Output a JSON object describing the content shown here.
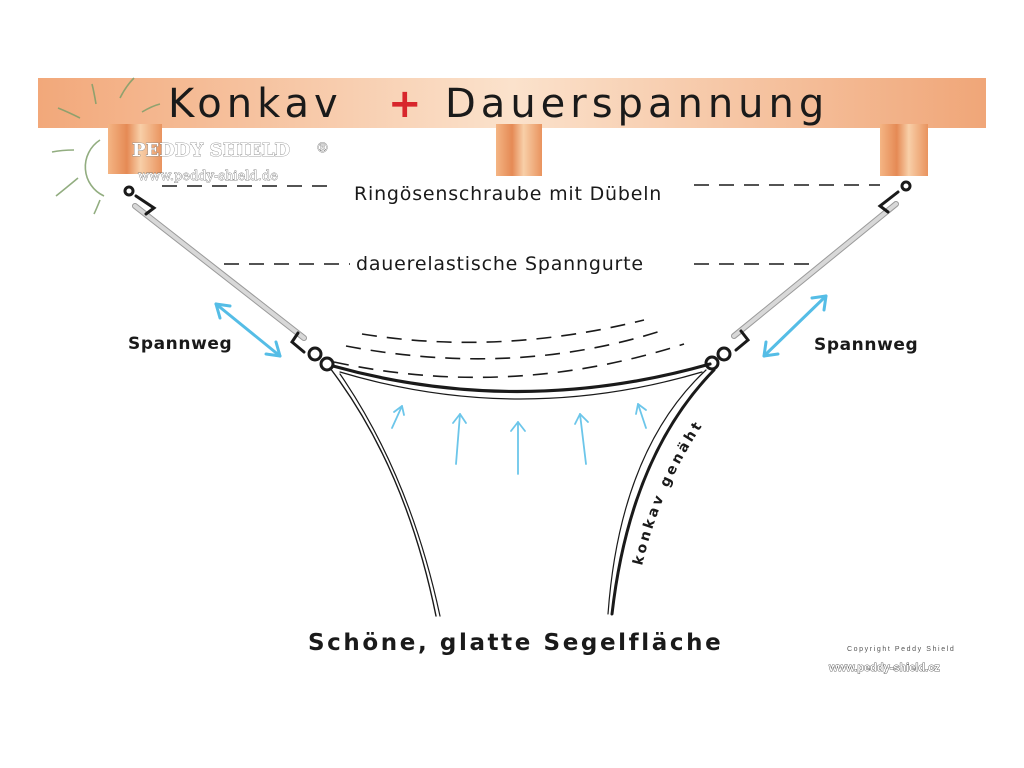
{
  "banner": {
    "word_left": "Konkav",
    "plus": "+",
    "word_right": "Dauerspannung",
    "gradient_start": "#f2a87a",
    "gradient_end": "#fbe5d0"
  },
  "labels": {
    "ring_screw": "Ringösenschraube mit Dübeln",
    "elastic_strap": "dauerelastische Spanngurte",
    "tension_left": "Spannweg",
    "tension_right": "Spannweg",
    "seam": "konkav genäht",
    "surface": "Schöne, glatte Segelfläche"
  },
  "branding": {
    "logo_name": "PEDDY SHIELD",
    "logo_mark": "®",
    "logo_url": "www.peddy-shield.de",
    "copyright": "Copyright Peddy Shield",
    "footer_url": "www.peddy-shield.cz"
  },
  "colors": {
    "arrow": "#55bde6",
    "line": "#1a1a1a",
    "strap": "#c4c4c4",
    "plus": "#d8262c"
  }
}
